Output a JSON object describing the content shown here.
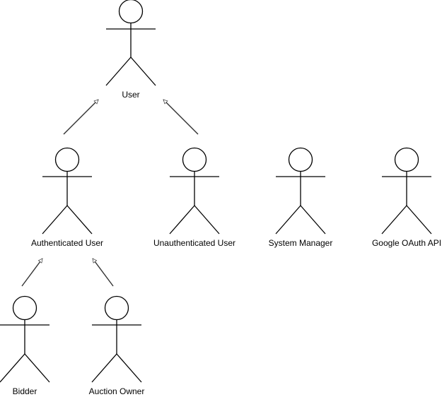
{
  "diagram": {
    "style": {
      "stroke_color": "#000000",
      "background": "#ffffff",
      "generalization_line_color": "#333333"
    },
    "actors": [
      {
        "id": "user",
        "label": "User"
      },
      {
        "id": "authenticated",
        "label": "Authenticated User"
      },
      {
        "id": "unauthenticated",
        "label": "Unauthenticated User"
      },
      {
        "id": "system-manager",
        "label": "System Manager"
      },
      {
        "id": "google-oauth",
        "label": "Google OAuth API"
      },
      {
        "id": "bidder",
        "label": "Bidder"
      },
      {
        "id": "auction-owner",
        "label": "Auction Owner"
      }
    ],
    "generalizations": [
      {
        "from": "authenticated",
        "to": "user"
      },
      {
        "from": "unauthenticated",
        "to": "user"
      },
      {
        "from": "bidder",
        "to": "authenticated"
      },
      {
        "from": "auction-owner",
        "to": "authenticated"
      }
    ]
  }
}
